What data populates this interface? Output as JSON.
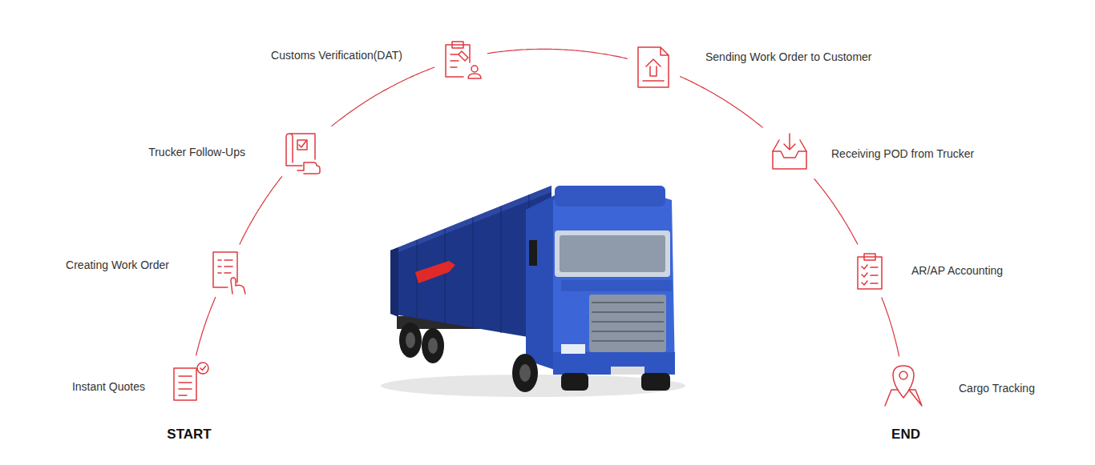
{
  "diagram": {
    "nodes": [
      {
        "text": [
          "Instant Quotes"
        ]
      },
      {
        "text": [
          "Creating Work Order"
        ]
      },
      {
        "text": [
          "Trucker Follow-Ups"
        ]
      },
      {
        "text": [
          "Customs Verification(DAT)"
        ]
      },
      {
        "text": [
          "Sending Work Order to Customer"
        ]
      },
      {
        "text": [
          "Receiving POD from Trucker"
        ]
      },
      {
        "text": [
          "AR/AP Accounting"
        ]
      },
      {
        "text": [
          "Cargo Tracking"
        ]
      }
    ],
    "edges": [
      {
        "from": 0,
        "to": 1,
        "arrow": "none"
      },
      {
        "from": 1,
        "to": 2,
        "arrow": "none"
      },
      {
        "from": 2,
        "to": 3,
        "arrow": "none"
      },
      {
        "from": 3,
        "to": 4,
        "arrow": "none"
      },
      {
        "from": 4,
        "to": 5,
        "arrow": "none"
      },
      {
        "from": 5,
        "to": 6,
        "arrow": "none"
      },
      {
        "from": 6,
        "to": 7,
        "arrow": "none"
      }
    ],
    "labels": [
      "START",
      "END"
    ]
  }
}
